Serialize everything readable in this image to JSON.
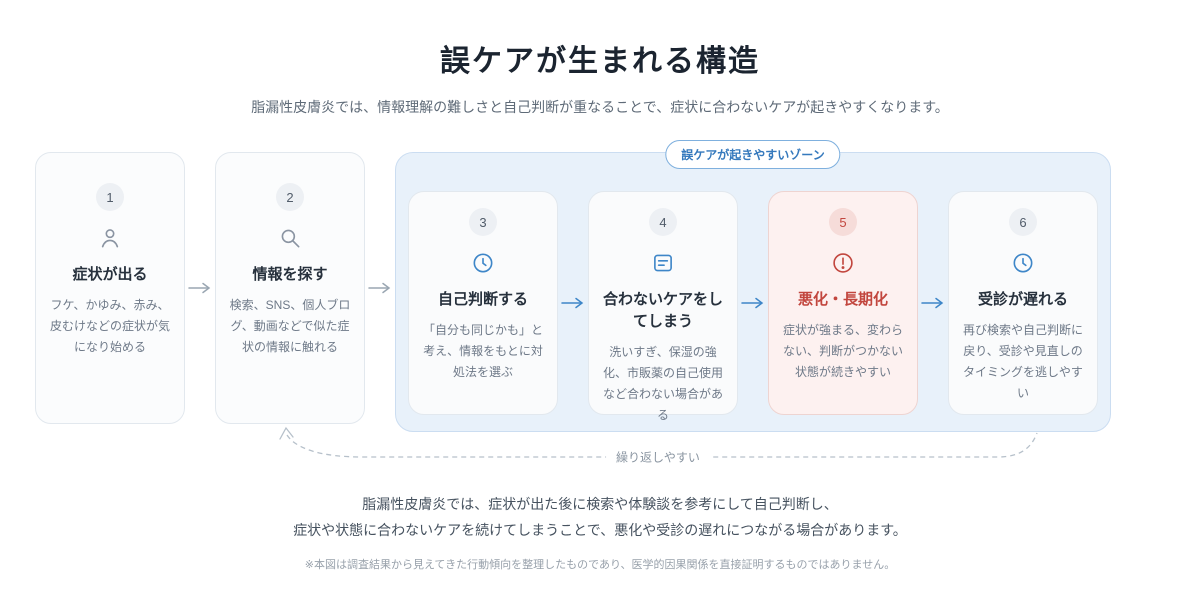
{
  "page": {
    "title": "誤ケアが生まれる構造",
    "subtitle": "脂漏性皮膚炎では、情報理解の難しさと自己判断が重なることで、症状に合わないケアが起きやすくなります。"
  },
  "zone": {
    "label": "誤ケアが起きやすいゾーン"
  },
  "steps": [
    {
      "number": "1",
      "title": "症状が出る",
      "description": "フケ、かゆみ、赤み、皮むけなどの症状が気になり始める",
      "icon": "person-icon"
    },
    {
      "number": "2",
      "title": "情報を探す",
      "description": "検索、SNS、個人ブログ、動画などで似た症状の情報に触れる",
      "icon": "search-icon"
    },
    {
      "number": "3",
      "title": "自己判断する",
      "description": "「自分も同じかも」と考え、情報をもとに対処法を選ぶ",
      "icon": "clock-icon"
    },
    {
      "number": "4",
      "title": "合わないケアをしてしまう",
      "description": "洗いすぎ、保湿の強化、市販薬の自己使用など合わない場合がある",
      "icon": "document-icon"
    },
    {
      "number": "5",
      "title": "悪化・長期化",
      "description": "症状が強まる、変わらない、判断がつかない状態が続きやすい",
      "icon": "alert-icon"
    },
    {
      "number": "6",
      "title": "受診が遅れる",
      "description": "再び検索や自己判断に戻り、受診や見直しのタイミングを逃しやすい",
      "icon": "clock-icon"
    }
  ],
  "loop": {
    "label": "繰り返しやすい"
  },
  "footer": {
    "summary_line1": "脂漏性皮膚炎では、症状が出た後に検索や体験談を参考にして自己判断し、",
    "summary_line2": "症状や状態に合わないケアを続けてしまうことで、悪化や受診の遅れにつながる場合があります。",
    "disclaimer": "※本図は調査結果から見えてきた行動傾向を整理したものであり、医学的因果関係を直接証明するものではありません。"
  },
  "colors": {
    "accent_blue": "#3579bd",
    "zone_background": "#e8f1fa",
    "danger_red": "#c2463e",
    "danger_background": "#fdf1f0"
  }
}
